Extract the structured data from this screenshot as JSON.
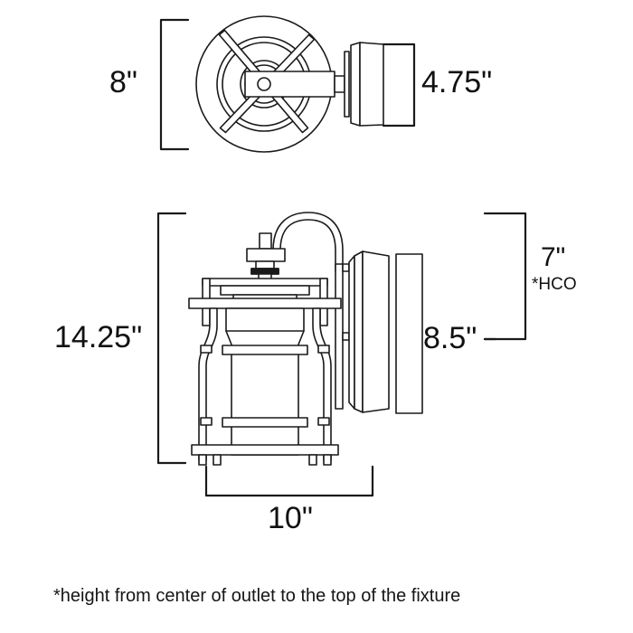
{
  "drawing": {
    "title": "Outdoor wall lantern dimension drawing",
    "line_color": "#1a1a1a",
    "fill_color": "#ffffff",
    "background": "#ffffff",
    "views": [
      {
        "name": "top-view",
        "description": "Top-down view of fixture showing concentric rings, X cross-brace and mounting arm with wall plate"
      },
      {
        "name": "side-elevation",
        "description": "Side elevation of lantern with gooseneck arm and wall mounting plate"
      }
    ]
  },
  "dimensions": {
    "top_height": "8\"",
    "top_depth": "4.75\"",
    "overall_height": "14.25\"",
    "body_height": "8.5\"",
    "outlet_height": "7\"",
    "outlet_note": "*HCO",
    "width": "10\""
  },
  "footnote": {
    "text": "*height from center of outlet to the top of the fixture"
  }
}
